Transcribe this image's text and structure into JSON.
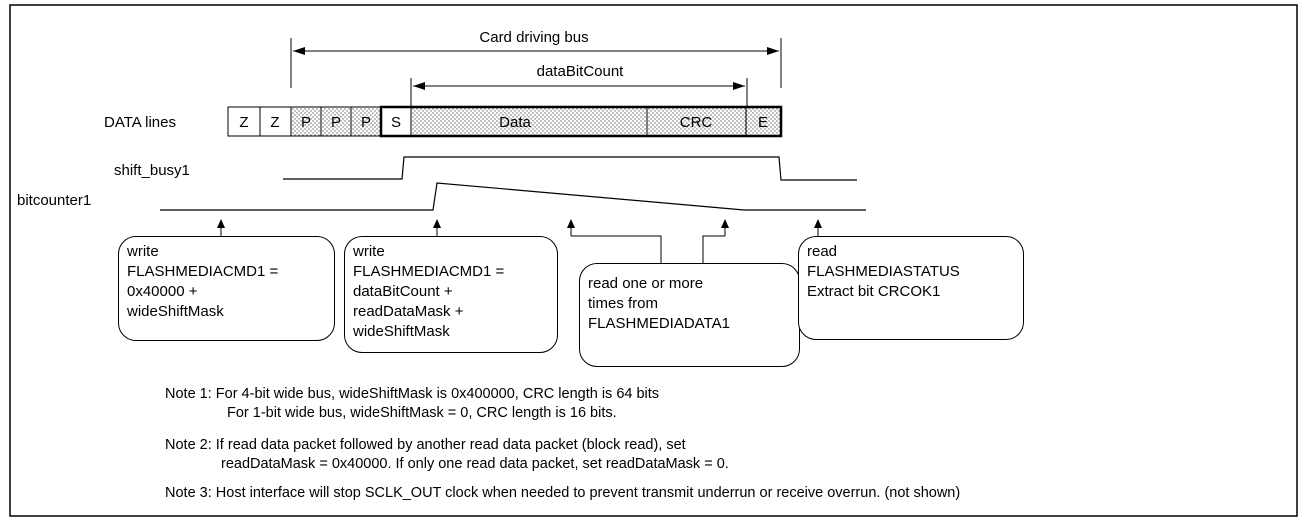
{
  "labels": {
    "card_driving_bus": "Card driving bus",
    "data_bit_count": "dataBitCount",
    "data_lines": "DATA lines",
    "shift_busy1": "shift_busy1",
    "bitcounter1": "bitcounter1"
  },
  "cells": [
    "Z",
    "Z",
    "P",
    "P",
    "P",
    "S",
    "Data",
    "CRC",
    "E"
  ],
  "boxes": {
    "box1": [
      "write",
      "FLASHMEDIACMD1 =",
      "0x40000 +",
      "wideShiftMask"
    ],
    "box2": [
      "write",
      "FLASHMEDIACMD1 =",
      "dataBitCount +",
      "readDataMask +",
      "wideShiftMask"
    ],
    "box3": [
      "read one or more",
      "times from",
      "FLASHMEDIADATA1"
    ],
    "box4": [
      "read",
      "FLASHMEDIASTATUS",
      "Extract bit CRCOK1"
    ]
  },
  "notes": {
    "note1_line1": "Note 1:  For 4-bit wide bus, wideShiftMask is 0x400000, CRC length is 64 bits",
    "note1_line2": "For 1-bit wide bus, wideShiftMask = 0, CRC length is 16 bits.",
    "note2_line1": "Note 2: If read data packet followed by another read data packet (block read), set",
    "note2_line2": "readDataMask = 0x40000. If only one read data packet, set readDataMask = 0.",
    "note3": "Note 3: Host interface will stop SCLK_OUT clock when needed to prevent transmit underrun or receive overrun. (not shown)"
  }
}
